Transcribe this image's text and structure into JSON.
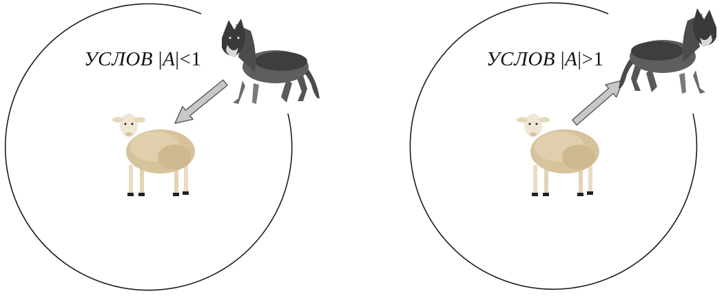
{
  "diagrams": [
    {
      "word": "УСЛОВ",
      "variable": "A",
      "operator": "<",
      "threshold": "1",
      "arrow_direction": "toward-sheep"
    },
    {
      "word": "УСЛОВ",
      "variable": "A",
      "operator": ">",
      "threshold": "1",
      "arrow_direction": "away-from-sheep"
    }
  ],
  "colors": {
    "circle": "#1a1a1a",
    "arrow_fill": "#c8c8c8",
    "arrow_stroke": "#555555",
    "wolf": "#5a5a5a",
    "sheep_wool": "#d9c7a4"
  },
  "icons": [
    "wolf-icon",
    "sheep-icon",
    "arrow-icon"
  ]
}
